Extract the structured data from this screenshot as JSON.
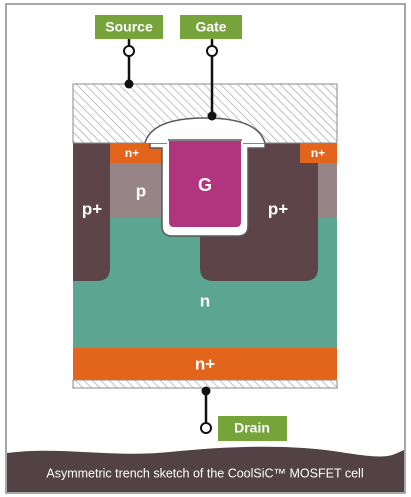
{
  "terminals": {
    "source": "Source",
    "gate": "Gate",
    "drain": "Drain"
  },
  "regions": {
    "gate": "G",
    "p_left": "p+",
    "p_channel": "p",
    "p_right": "p+",
    "n_plus_left": "n+",
    "n_plus_right": "n+",
    "n_drift": "n",
    "n_plus_substrate": "n+"
  },
  "caption": "Asymmetric trench sketch of the CoolSiC™ MOSFET cell",
  "colors": {
    "label_green": "#76a33a",
    "n_drift": "#5ba591",
    "n_plus": "#e3651c",
    "p_plus": "#5d4448",
    "p_channel": "#968487",
    "gate": "#b0347e",
    "caption_band": "#524246",
    "panel_border": "#7c7c7c",
    "frame": "#9c9c9c"
  }
}
